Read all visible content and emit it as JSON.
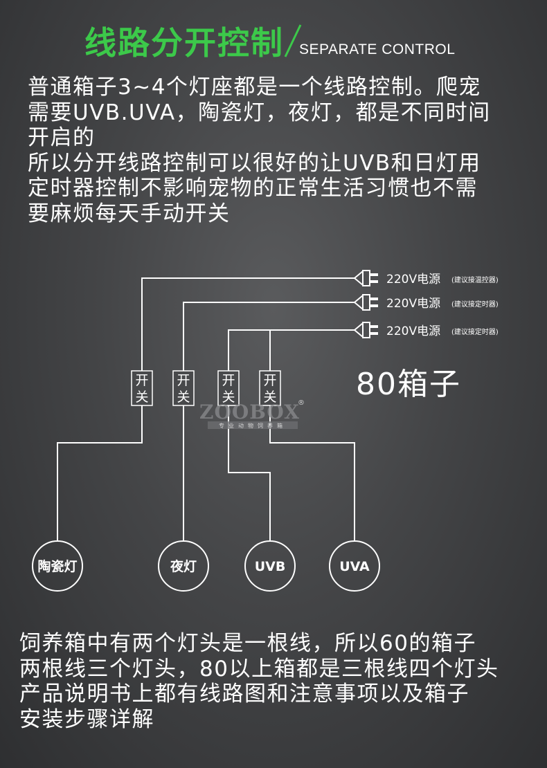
{
  "header": {
    "title": "线路分开控制",
    "subtitle": "SEPARATE CONTROL"
  },
  "intro_lines": [
    "普通箱子3~4个灯座都是一个线路控制。爬宠",
    "需要UVB.UVA，陶瓷灯，夜灯，都是不同时间",
    "开启的",
    "所以分开线路控制可以很好的让UVB和日灯用",
    "定时器控制不影响宠物的正常生活习惯也不需",
    "要麻烦每天手动开关"
  ],
  "diagram": {
    "box_label": "80箱子",
    "power_sources": [
      {
        "label": "220V电源",
        "note": "(建议接温控器)"
      },
      {
        "label": "220V电源",
        "note": "(建议接定时器)"
      },
      {
        "label": "220V电源",
        "note": "(建议接定时器)"
      }
    ],
    "switches": [
      {
        "top": "开",
        "bottom": "关"
      },
      {
        "top": "开",
        "bottom": "关"
      },
      {
        "top": "开",
        "bottom": "关"
      },
      {
        "top": "开",
        "bottom": "关"
      }
    ],
    "lamps": [
      "陶瓷灯",
      "夜灯",
      "UVB",
      "UVA"
    ],
    "watermark": {
      "brand": "ZOOBOX",
      "mark": "®",
      "tagline": "专业动物饲养箱"
    }
  },
  "bottom_lines": [
    "饲养箱中有两个灯头是一根线，所以60的箱子",
    "两根线三个灯头，80以上箱都是三根线四个灯头",
    "产品说明书上都有线路图和注意事项以及箱子",
    "安装步骤详解"
  ],
  "colors": {
    "title_green": "#3cc94a",
    "text": "#ffffff",
    "background": "#444547"
  }
}
